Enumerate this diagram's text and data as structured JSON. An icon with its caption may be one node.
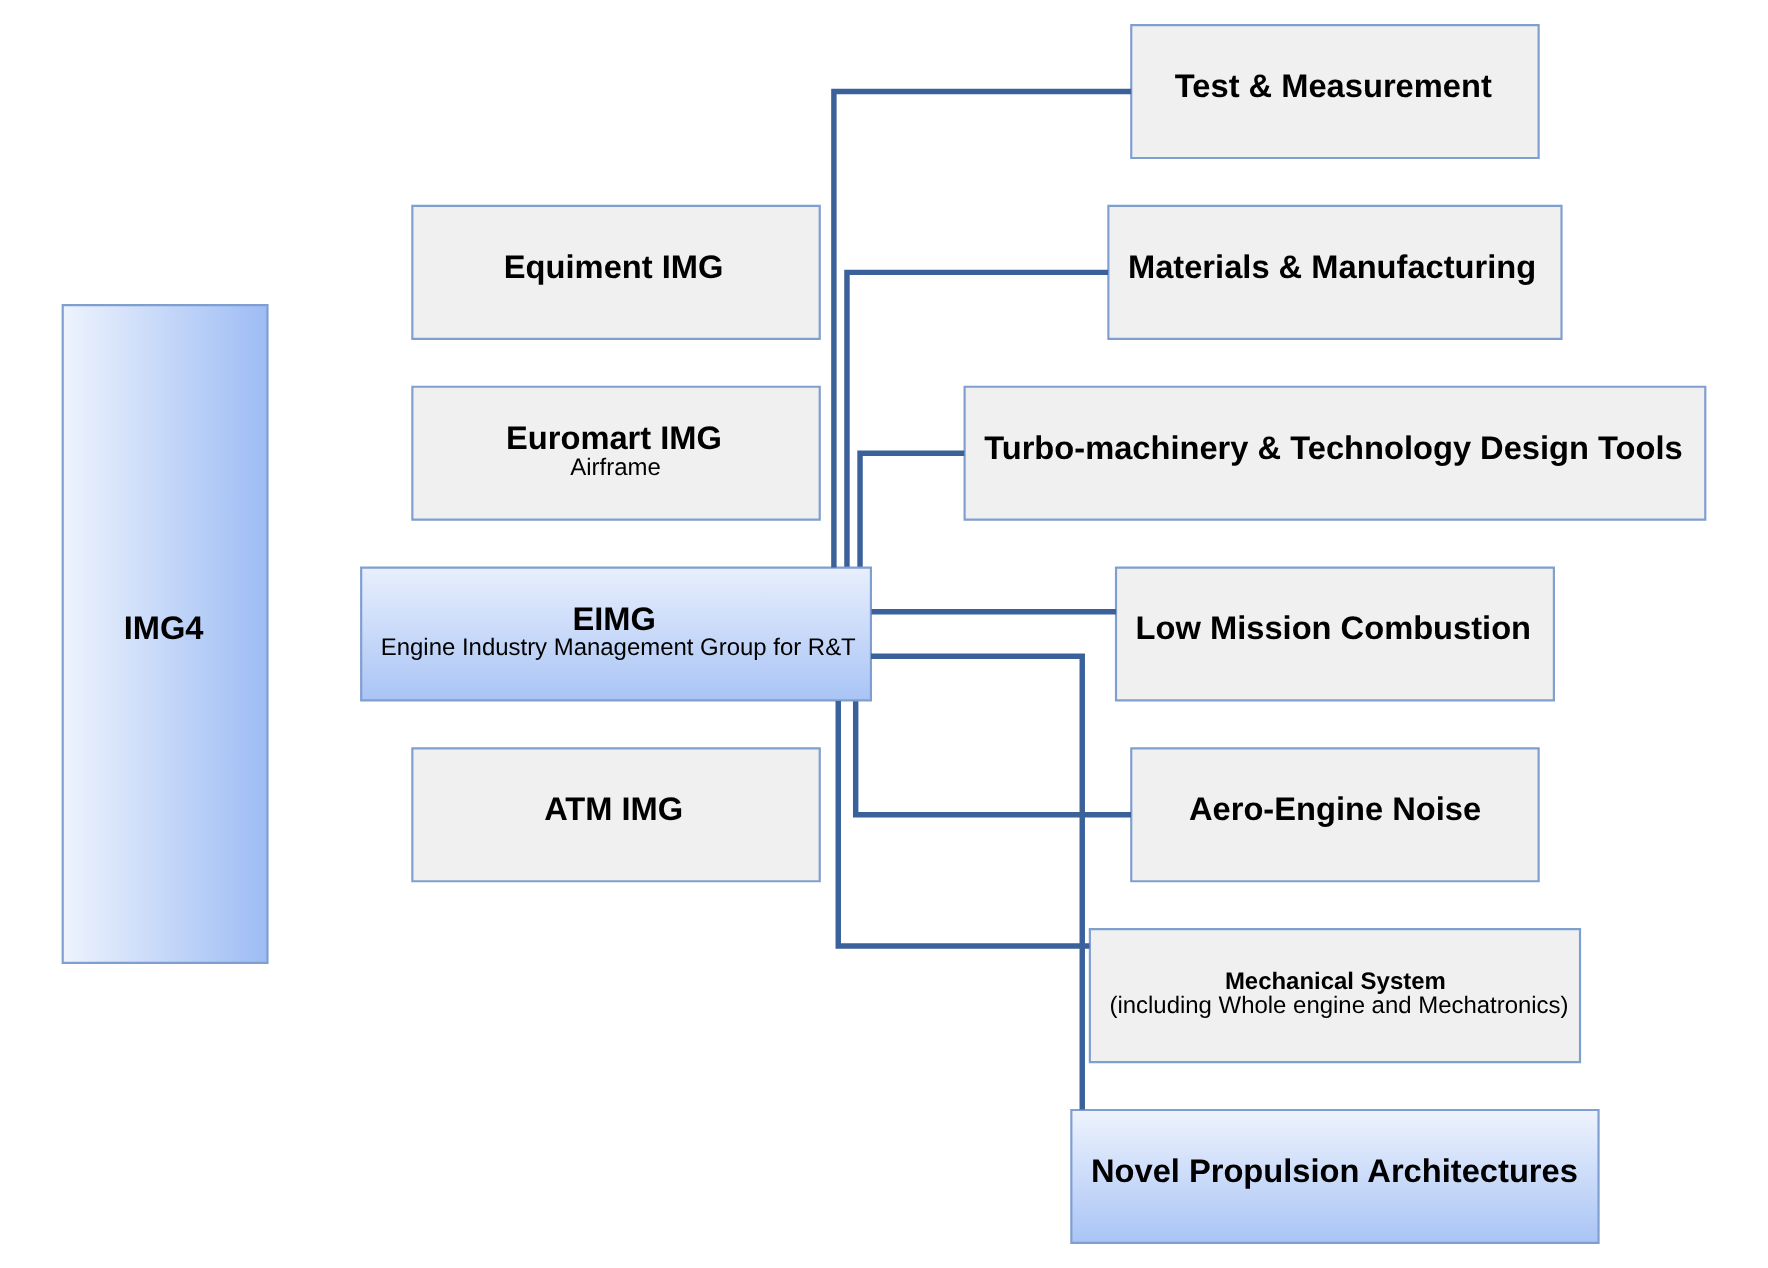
{
  "diagram": {
    "nodes": [
      {
        "text": [
          "IMG4"
        ]
      },
      {
        "text": [
          "Equiment IMG"
        ]
      },
      {
        "text": [
          "Euromart IMG",
          "Airframe"
        ]
      },
      {
        "text": [
          "EIMG",
          "Engine Industry Management Group for R&T"
        ]
      },
      {
        "text": [
          "ATM IMG"
        ]
      },
      {
        "text": [
          "Test & Measurement"
        ]
      },
      {
        "text": [
          "Materials & Manufacturing"
        ]
      },
      {
        "text": [
          "Turbo-machinery & Technology Design Tools"
        ]
      },
      {
        "text": [
          "Low Mission Combustion"
        ]
      },
      {
        "text": [
          "Aero-Engine Noise"
        ]
      },
      {
        "text": [
          "Mechanical System",
          "(including Whole engine and Mechatronics)"
        ]
      },
      {
        "text": [
          "Novel Propulsion Architectures"
        ]
      }
    ],
    "edges": [
      {
        "from": 3,
        "to": 6,
        "arrow": "none"
      },
      {
        "from": 3,
        "to": 7,
        "arrow": "none"
      },
      {
        "from": 3,
        "to": 8,
        "arrow": "none"
      },
      {
        "from": 3,
        "to": 9,
        "arrow": "none"
      },
      {
        "from": 3,
        "to": 10,
        "arrow": "none"
      },
      {
        "from": 3,
        "to": 11,
        "arrow": "none"
      },
      {
        "from": 3,
        "to": 5,
        "arrow": "none"
      }
    ]
  }
}
